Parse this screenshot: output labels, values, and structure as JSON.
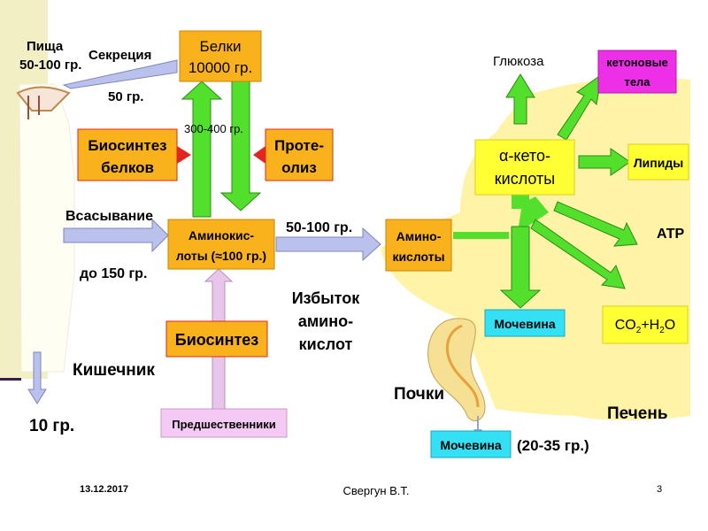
{
  "diagram": {
    "food_label": "Пища",
    "food_amount": "50-100 гр.",
    "secretion_label": "Секреция",
    "secretion_amount": "50 гр.",
    "proteins_box": [
      "Белки",
      "10000 гр."
    ],
    "exchange_amount": "300-400 гр.",
    "biosynthesis_proteins_box": [
      "Биосинтез",
      "белков"
    ],
    "proteolysis_box": [
      "Проте-",
      "олиз"
    ],
    "absorption_label": "Всасывание",
    "absorption_amount": "до 150 гр.",
    "amino_pool_box": [
      "Аминокис-",
      "лоты (≈100 гр.)"
    ],
    "transfer_amount": "50-100 гр.",
    "excess_label": [
      "Избыток",
      "амино-",
      "кислот"
    ],
    "amino_liver_box": [
      "Амино-",
      "кислоты"
    ],
    "keto_box": [
      "α-кето-",
      "кислоты"
    ],
    "glucose_label": "Глюкоза",
    "ketone_box": [
      "кетоновые",
      "тела"
    ],
    "lipids_box": "Липиды",
    "atp_label": "АТР",
    "co2_label": "CO",
    "co2_sub": "2",
    "water_label": "+H",
    "water_sub": "2",
    "water_o": "O",
    "urea_liver_box": "Мочевина",
    "biosynthesis_box": "Биосинтез",
    "precursors_box": "Предшественники",
    "intestine_label": "Кишечник",
    "intestine_loss": "10 гр.",
    "kidneys_label": "Почки",
    "liver_label": "Печень",
    "urea_out_box": "Мочевина",
    "urea_out_amount": "(20-35 гр.)"
  },
  "footer": {
    "date": "13.12.2017",
    "author": "Свергун В.Т.",
    "page": "3"
  },
  "colors": {
    "sidebar": "#f3efc4",
    "divider": "#3a1d4c",
    "liver": "#fff3a8",
    "orange_box": "#f9b21c",
    "green_arrow": "#52e02c",
    "blue_arrow": "#b9c1ec",
    "pink_box": "#ee2fe8",
    "yellow_box": "#ffff33",
    "cyan_box": "#33e0f4",
    "lavender_box": "#f4c9f4",
    "kidney": "#f6e094"
  }
}
